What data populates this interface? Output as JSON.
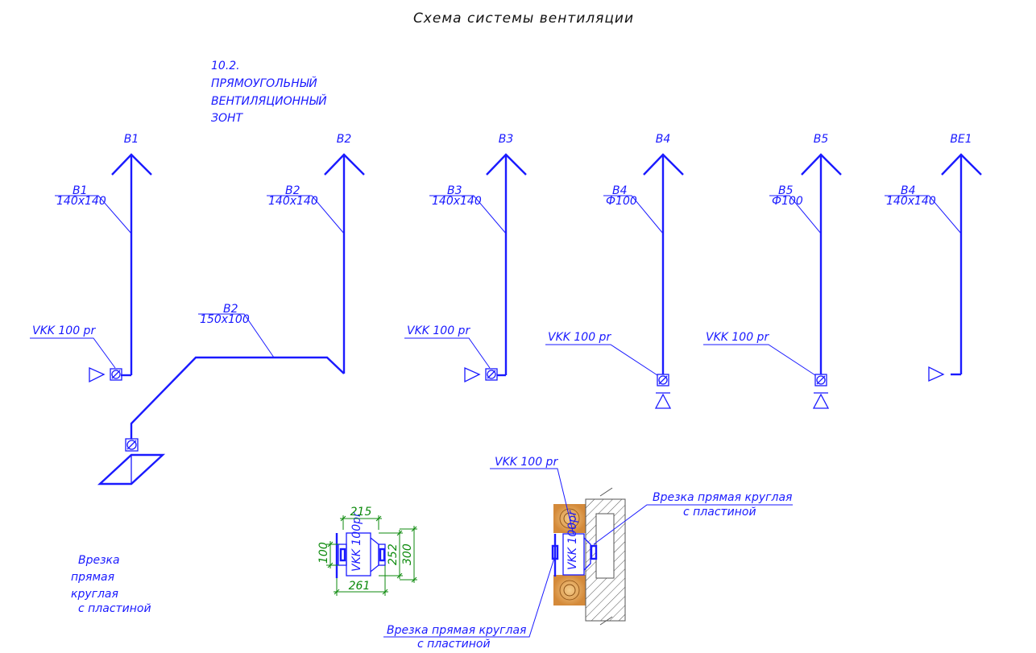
{
  "title": "Схема системы вентиляции",
  "hood_note": [
    "10.2.",
    "ПРЯМОУГОЛЬНЫЙ",
    "ВЕНТИЛЯЦИОННЫЙ",
    "ЗОНТ"
  ],
  "systems": [
    {
      "tag": "В1",
      "leader_name": "В1",
      "leader_size": "140x140",
      "valve": "VKK 100 pr"
    },
    {
      "tag": "В2",
      "leader_name": "В2",
      "leader_size": "140x140",
      "branch_name": "В2",
      "branch_size": "150x100"
    },
    {
      "tag": "В3",
      "leader_name": "В3",
      "leader_size": "140x140",
      "valve": "VKK 100 pr"
    },
    {
      "tag": "В4",
      "leader_name": "В4",
      "leader_size": "Ф100",
      "valve": "VKK 100 pr"
    },
    {
      "tag": "В5",
      "leader_name": "В5",
      "leader_size": "Ф100",
      "valve": "VKK 100 pr"
    },
    {
      "tag": "ВЕ1",
      "leader_name": "В4",
      "leader_size": "140x140"
    }
  ],
  "legend": [
    "Врезка",
    "прямая",
    "круглая",
    "с пластиной"
  ],
  "detail_dims": {
    "length_top": "215",
    "length_bottom": "261",
    "dia_inner": "100",
    "height_inner": "252",
    "height_outer": "300",
    "valve_label": "VKK 100pr"
  },
  "install": {
    "valve_label": "VKK 100 pr",
    "body_label": "VKK 100pr",
    "note_right": [
      "Врезка прямая круглая",
      "с пластиной"
    ],
    "note_bottom": [
      "Врезка прямая круглая",
      "с пластиной"
    ]
  }
}
